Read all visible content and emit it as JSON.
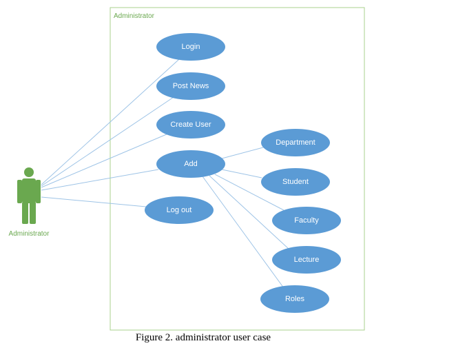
{
  "system": {
    "title": "Administrator"
  },
  "actor": {
    "label": "Administrator",
    "color": "#6aa84f"
  },
  "use_cases": {
    "login": "Login",
    "post_news": "Post News",
    "create_user": "Create User",
    "add": "Add",
    "log_out": "Log out",
    "department": "Department",
    "student": "Student",
    "faculty": "Faculty",
    "lecture": "Lecture",
    "roles": "Roles"
  },
  "caption": "Figure 2. administrator user case",
  "colors": {
    "usecase_fill": "#5b9bd5",
    "boundary": "#a9d18e",
    "line": "#9dc3e6"
  }
}
